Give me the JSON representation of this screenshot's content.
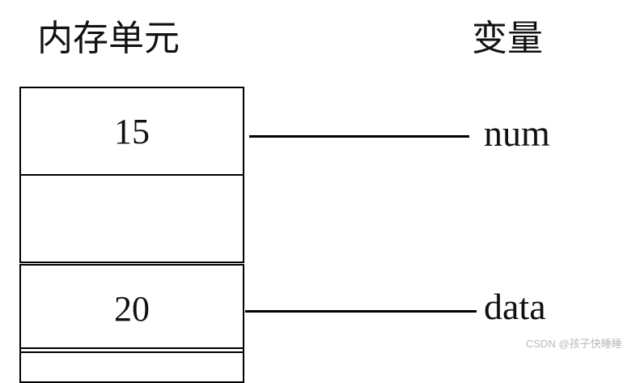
{
  "headings": {
    "memory_units": "内存单元",
    "variables": "变量"
  },
  "memory_cells": [
    "15",
    "",
    "20",
    ""
  ],
  "variables": {
    "first": "num",
    "second": "data"
  },
  "watermark": "CSDN @孩子快睡睡"
}
